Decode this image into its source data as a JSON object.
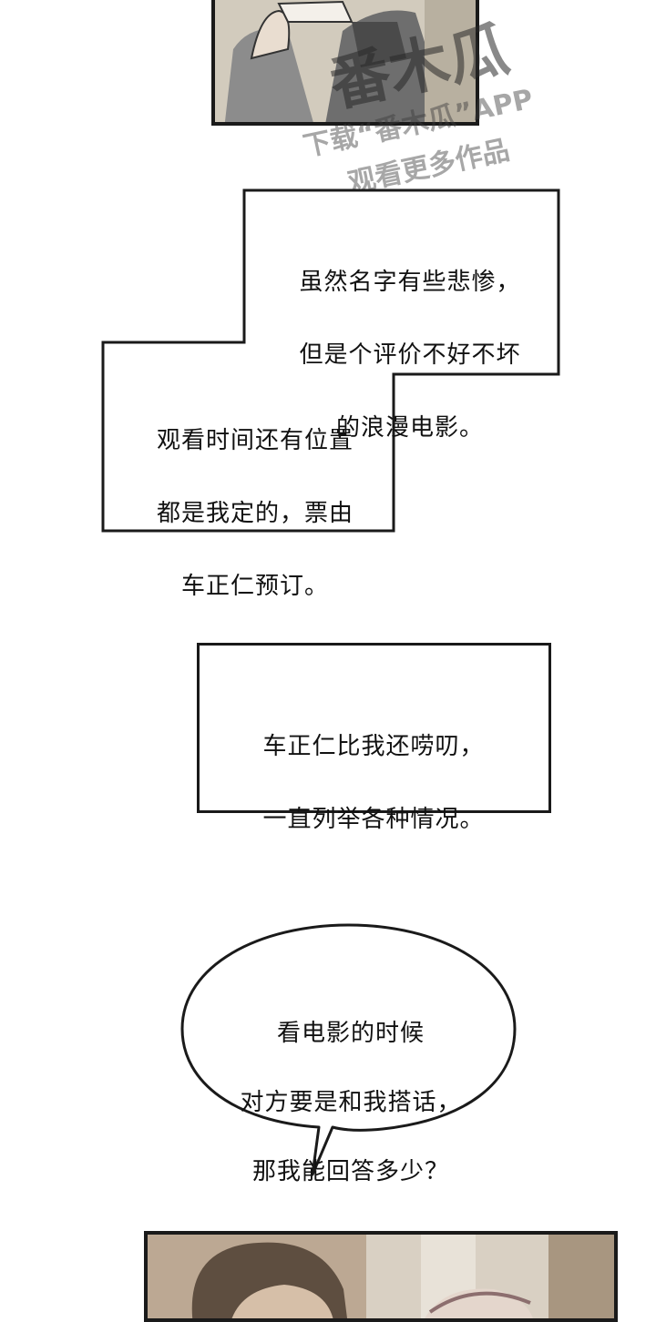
{
  "watermark": {
    "logo": "番木瓜",
    "line1": "下载“番木瓜”APP",
    "line2": "观看更多作品"
  },
  "narration_1": {
    "lines": [
      "虽然名字有些悲惨，",
      "但是个评价不好不坏",
      "的浪漫电影。"
    ]
  },
  "narration_2": {
    "lines": [
      "观看时间还有位置",
      "都是我定的，票由",
      "车正仁预订。"
    ]
  },
  "narration_3": {
    "lines": [
      "车正仁比我还唠叨，",
      "一直列举各种情况。"
    ]
  },
  "speech_bubble": {
    "lines": [
      "看电影的时候",
      "对方要是和我搭话，",
      "那我能回答多少？"
    ]
  },
  "colors": {
    "panel_border": "#1a1a1a",
    "top_panel_bg": "#c9c2b4",
    "bottom_panel_bg": "#b9a58f",
    "hair": "#5a4a3c"
  }
}
